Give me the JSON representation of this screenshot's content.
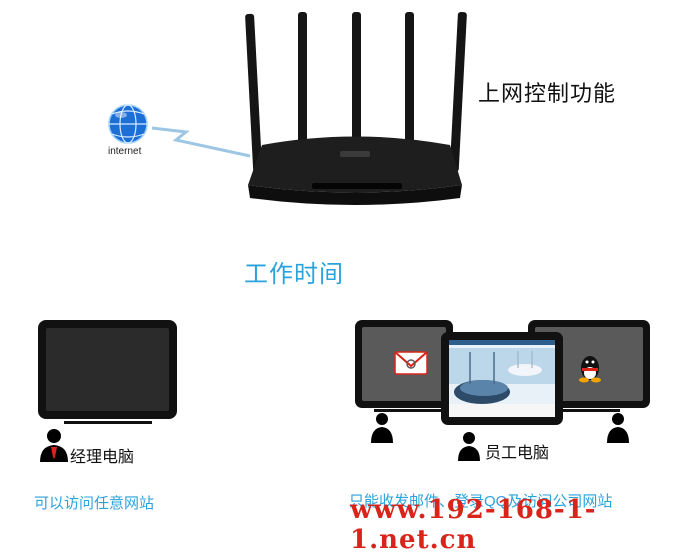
{
  "header": {
    "feature_title": "上网控制功能"
  },
  "network": {
    "internet_label": "internet"
  },
  "schedule": {
    "label": "工作时间"
  },
  "manager": {
    "caption": "经理电脑",
    "permission": "可以访问任意网站"
  },
  "staff": {
    "caption": "员工电脑",
    "permission": "只能收发邮件、登录QQ及访问公司网站"
  },
  "watermark": "www.192-168-1-1.net.cn",
  "colors": {
    "accent_blue": "#2aa3dc",
    "watermark_red": "#d9241c",
    "monitor_dark": "#2b2b2b",
    "monitor_gray": "#5a5a5a"
  },
  "icons": [
    "globe-icon",
    "wireless-signal-icon",
    "router-icon",
    "manager-user-icon",
    "staff-user-icon",
    "mail-icon",
    "qq-icon"
  ]
}
